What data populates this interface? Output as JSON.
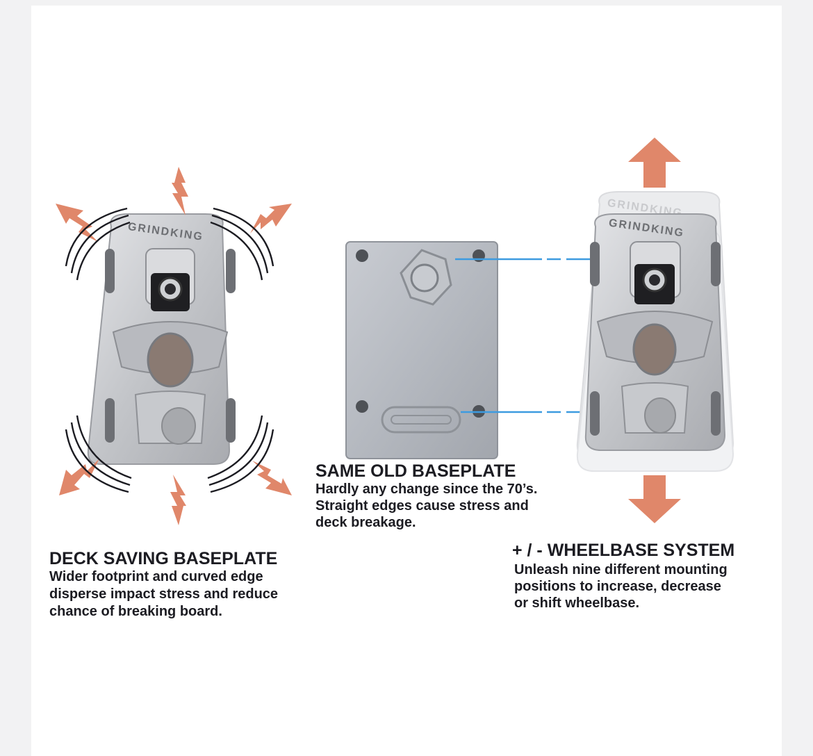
{
  "colors": {
    "page_background": "#f2f2f3",
    "panel_background": "#ffffff",
    "arrow": "#e0876a",
    "guide_line": "#3d9be0",
    "text": "#1c1c22",
    "metal": "#c9cbcf"
  },
  "left_panel": {
    "brand_marking": "GRINDKING",
    "title": "DECK SAVING BASEPLATE",
    "lines": [
      "Wider footprint and curved edge",
      "disperse impact stress and reduce",
      "chance of breaking board."
    ]
  },
  "middle_panel": {
    "title": "SAME OLD BASEPLATE",
    "lines": [
      "Hardly any change since the 70’s.",
      "Straight edges cause stress and",
      "deck breakage."
    ]
  },
  "right_panel": {
    "brand_marking": "GRINDKING",
    "title": "+ / - WHEELBASE SYSTEM",
    "lines": [
      "Unleash nine different mounting",
      "positions to increase, decrease",
      "or shift wheelbase."
    ]
  }
}
